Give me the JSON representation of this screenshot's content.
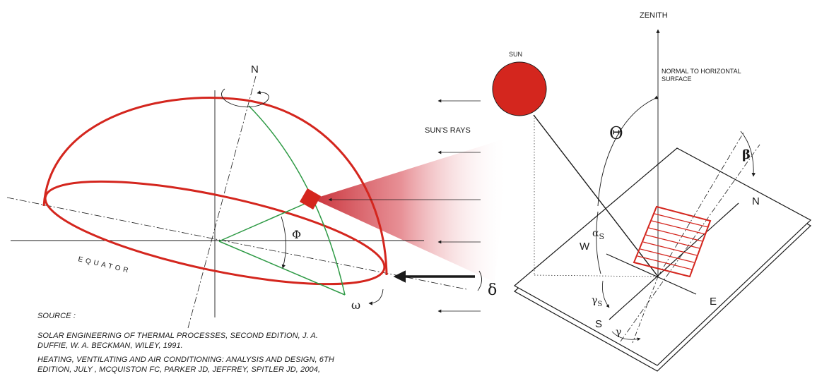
{
  "labels": {
    "north_left": "N",
    "equator": "EQUATOR",
    "phi": "Φ",
    "omega": "ω",
    "delta": "δ",
    "sun": "SUN",
    "suns_rays": "SUN'S RAYS",
    "zenith": "ZENITH",
    "normal_line1": "NORMAL TO HORIZONTAL",
    "normal_line2": "SURFACE",
    "theta": "Θ",
    "beta": "β",
    "north_right": "N",
    "west": "W",
    "east": "E",
    "south": "S",
    "alpha_s": "α",
    "alpha_sub": "S",
    "gamma_s": "γ",
    "gamma_s_sub": "S",
    "gamma": "γ"
  },
  "source": {
    "heading": "SOURCE :",
    "ref1_line1": "SOLAR ENGINEERING OF THERMAL PROCESSES, SECOND EDITION, J. A.",
    "ref1_line2": "DUFFIE, W. A. BECKMAN, WILEY, 1991.",
    "ref2_line1": "HEATING, VENTILATING AND AIR CONDITIONING: ANALYSIS AND DESIGN, 6TH",
    "ref2_line2": "EDITION, JULY , MCQUISTON FC, PARKER JD, JEFFREY, SPITLER JD, 2004,"
  },
  "colors": {
    "red": "#d4261e",
    "green": "#2e9a45",
    "line": "#1a1a1a"
  }
}
